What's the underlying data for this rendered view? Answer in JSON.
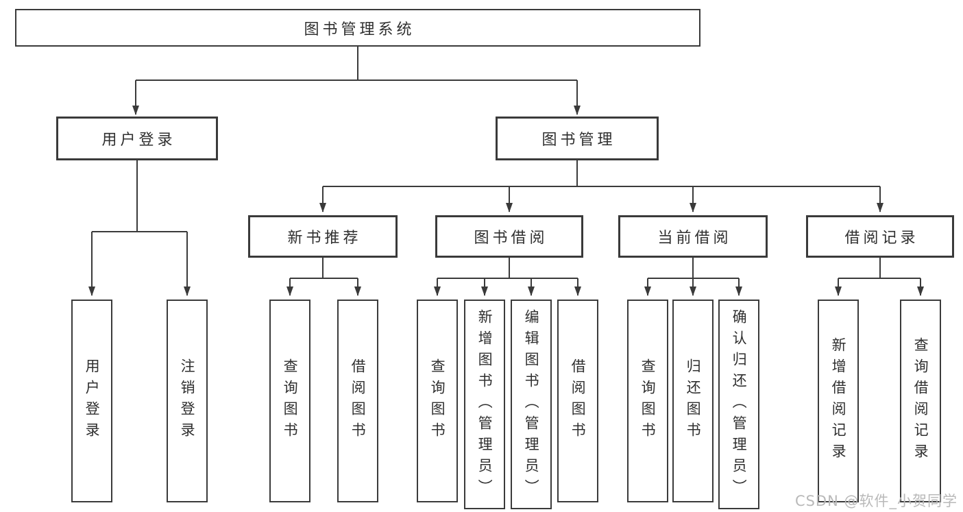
{
  "diagram_type": "hierarchy-tree",
  "colors": {
    "line": "#3a3a3a",
    "box_border": "#3a3a3a",
    "text": "#2f2f2f",
    "watermark": "#b9b9b9",
    "background": "#ffffff"
  },
  "tree": {
    "label": "图书管理系统",
    "children": [
      {
        "label": "用户登录",
        "children": [
          {
            "label": "用户登录"
          },
          {
            "label": "注销登录"
          }
        ]
      },
      {
        "label": "图书管理",
        "children": [
          {
            "label": "新书推荐",
            "children": [
              {
                "label": "查询图书"
              },
              {
                "label": "借阅图书"
              }
            ]
          },
          {
            "label": "图书借阅",
            "children": [
              {
                "label": "查询图书"
              },
              {
                "label": "新增图书（管理员）"
              },
              {
                "label": "编辑图书（管理员）"
              },
              {
                "label": "借阅图书"
              }
            ]
          },
          {
            "label": "当前借阅",
            "children": [
              {
                "label": "查询图书"
              },
              {
                "label": "归还图书"
              },
              {
                "label": "确认归还（管理员）"
              }
            ]
          },
          {
            "label": "借阅记录",
            "children": [
              {
                "label": "新增借阅记录"
              },
              {
                "label": "查询借阅记录"
              }
            ]
          }
        ]
      }
    ]
  },
  "watermark": {
    "text": "CSDN @软件_小贺同学"
  }
}
